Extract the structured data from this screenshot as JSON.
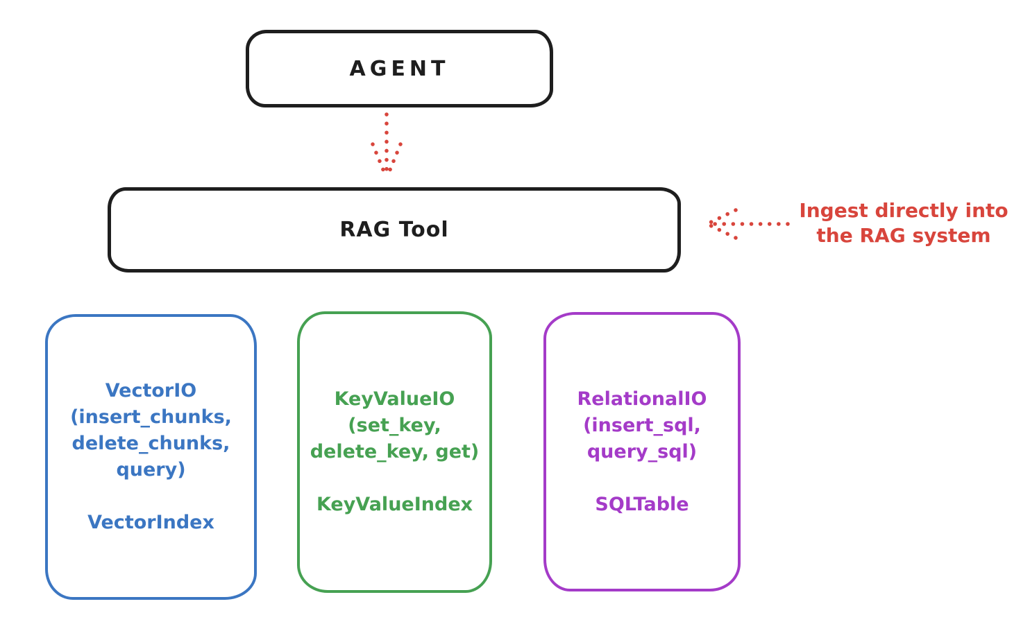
{
  "colors": {
    "ink": "#1e1e1e",
    "red": "#d8453c",
    "blue": "#3b76c2",
    "green": "#46a152",
    "purple": "#a43bc8",
    "background": "#ffffff"
  },
  "agent": {
    "label": "AGENT"
  },
  "rag_tool": {
    "label": "RAG Tool"
  },
  "annotation": {
    "line1": "Ingest directly into",
    "line2": "the RAG system"
  },
  "arrows": {
    "agent_to_rag_tool": "dotted-down-arrow",
    "ingest_into_rag": "dotted-left-arrow"
  },
  "io_boxes": [
    {
      "name": "vector-io",
      "color": "#3b76c2",
      "lines": [
        "VectorIO",
        "(insert_chunks,",
        "delete_chunks,",
        "query)"
      ],
      "index_label": "VectorIndex"
    },
    {
      "name": "keyvalue-io",
      "color": "#46a152",
      "lines": [
        "KeyValueIO",
        "(set_key,",
        "delete_key, get)"
      ],
      "index_label": "KeyValueIndex"
    },
    {
      "name": "relational-io",
      "color": "#a43bc8",
      "lines": [
        "RelationalIO",
        "(insert_sql,",
        "query_sql)"
      ],
      "index_label": "SQLTable"
    }
  ]
}
